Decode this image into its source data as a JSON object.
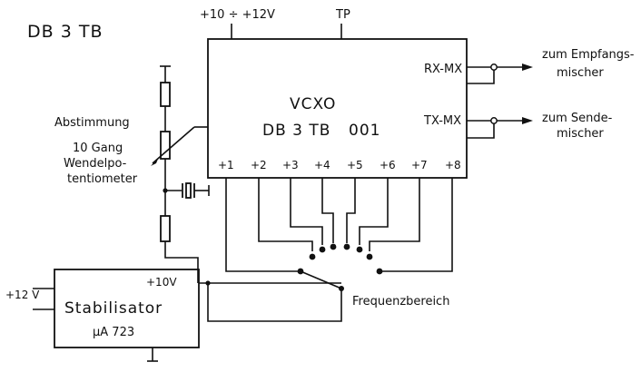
{
  "diagram": {
    "title": "DB 3 TB",
    "supply_label": "+10 ÷ +12V",
    "tp_label": "TP",
    "vcxo": {
      "line1": "VCXO",
      "line2_left": "DB 3 TB",
      "line2_right": "001",
      "rx_label": "RX-MX",
      "tx_label": "TX-MX",
      "pins": [
        "+1",
        "+2",
        "+3",
        "+4",
        "+5",
        "+6",
        "+7",
        "+8"
      ]
    },
    "outputs": {
      "rx_line1": "zum Empfangs-",
      "rx_line2": "mischer",
      "tx_line1": "zum Sende-",
      "tx_line2": "mischer"
    },
    "tuning": {
      "label": "Abstimmung",
      "desc_line1": "10 Gang",
      "desc_line2": "Wendelpo-",
      "desc_line3": "tentiometer"
    },
    "stabilizer": {
      "name": "Stabilisator",
      "part": "µA 723",
      "input": "+12 V",
      "output": "+10V"
    },
    "switch_label": "Frequenzbereich"
  }
}
